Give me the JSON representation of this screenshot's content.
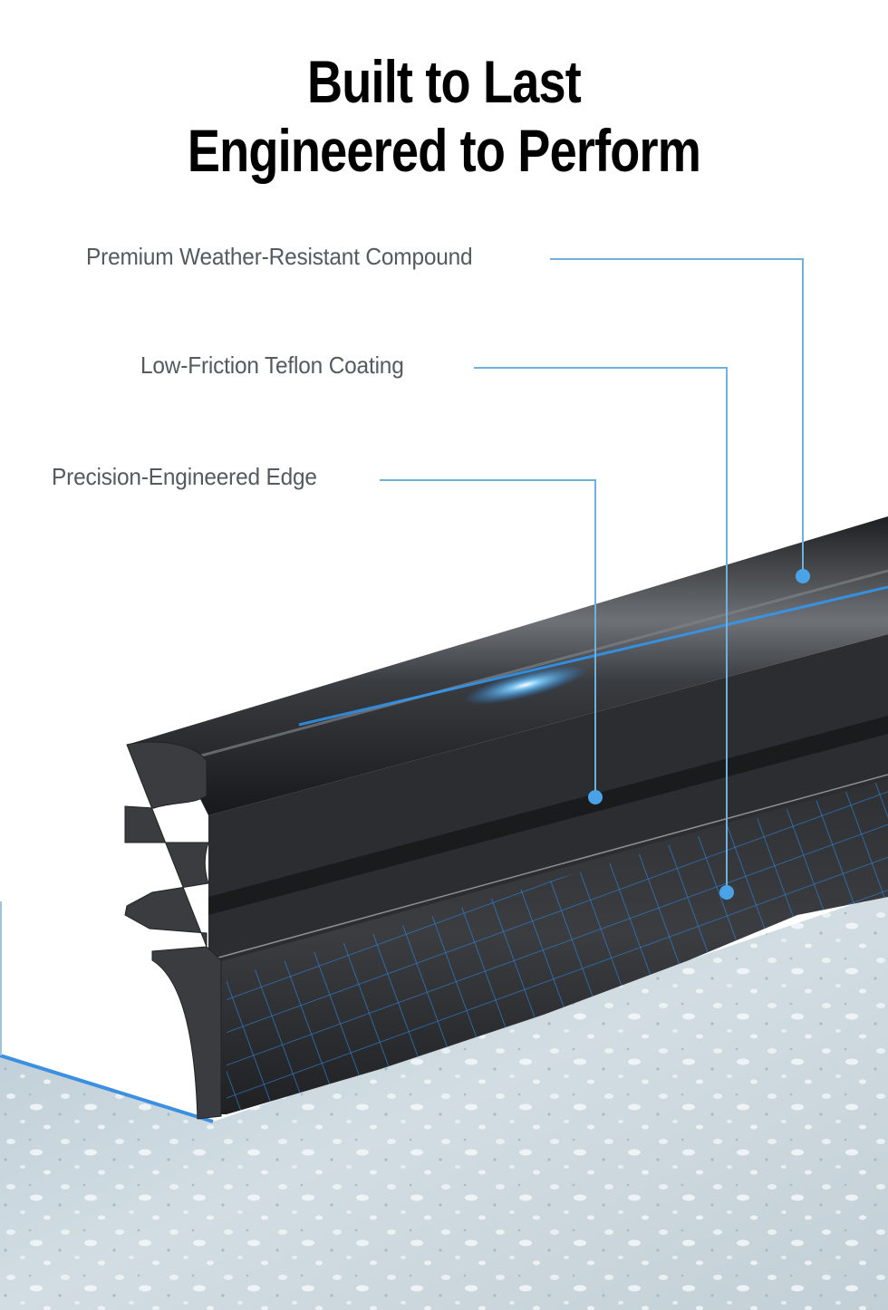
{
  "headline": {
    "line1": "Built to Last",
    "line2": "Engineered to Perform"
  },
  "callouts": [
    {
      "label": "Premium Weather-Resistant Compound",
      "target": "top-spine"
    },
    {
      "label": "Low-Friction Teflon Coating",
      "target": "mesh-squeegee"
    },
    {
      "label": "Precision-Engineered Edge",
      "target": "middle-rib"
    }
  ],
  "colors": {
    "accent_blue": "#4aa3e6",
    "leader_line": "#6fb0dc",
    "rubber": "#2a2b2d",
    "glass": "#c9d6dd",
    "headline": "#000000",
    "label_text": "#555a5e"
  },
  "product_image": {
    "subject": "wiper-blade-rubber-cross-section",
    "surface": "wet-windshield-with-water-droplets"
  }
}
